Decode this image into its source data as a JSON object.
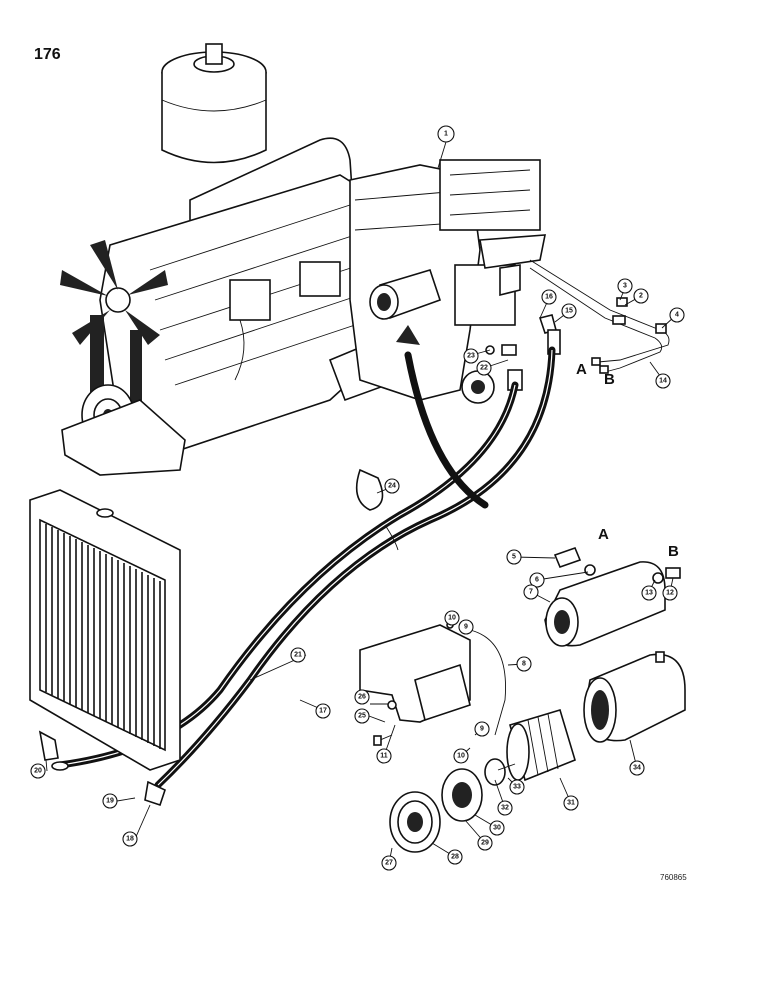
{
  "page_number": "176",
  "drawing_code": "760865",
  "port_labels": [
    "A",
    "B",
    "A",
    "B"
  ],
  "callouts": [
    "1",
    "2",
    "3",
    "4",
    "14",
    "16",
    "15",
    "23",
    "22",
    "24",
    "5",
    "6",
    "7",
    "13",
    "12",
    "10",
    "9",
    "8",
    "21",
    "17",
    "26",
    "25",
    "11",
    "9",
    "10",
    "20",
    "19",
    "18",
    "33",
    "32",
    "31",
    "34",
    "30",
    "29",
    "27",
    "28"
  ]
}
